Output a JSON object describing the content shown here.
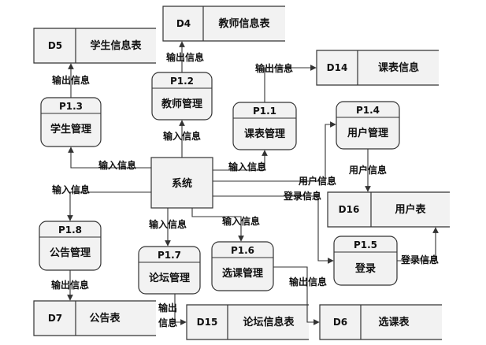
{
  "system": {
    "label": "系统"
  },
  "processes": [
    {
      "id": "P1.1",
      "name": "课表管理"
    },
    {
      "id": "P1.2",
      "name": "教师管理"
    },
    {
      "id": "P1.3",
      "name": "学生管理"
    },
    {
      "id": "P1.4",
      "name": "用户管理"
    },
    {
      "id": "P1.5",
      "name": "登录"
    },
    {
      "id": "P1.6",
      "name": "选课管理"
    },
    {
      "id": "P1.7",
      "name": "论坛管理"
    },
    {
      "id": "P1.8",
      "name": "公告管理"
    }
  ],
  "stores": [
    {
      "id": "D4",
      "name": "教师信息表"
    },
    {
      "id": "D5",
      "name": "学生信息表"
    },
    {
      "id": "D14",
      "name": "课表信息"
    },
    {
      "id": "D16",
      "name": "用户表"
    },
    {
      "id": "D7",
      "name": "公告表"
    },
    {
      "id": "D15",
      "name": "论坛信息表"
    },
    {
      "id": "D6",
      "name": "选课表"
    }
  ],
  "flows": {
    "d4_out": "输出信息",
    "d5_out": "输出信息",
    "d14_out": "输出信息",
    "p12_in": "输入信息",
    "p13_in": "输入信息",
    "p11_in": "输入信息",
    "p18_in": "输入信息",
    "user_info_1": "用户信息",
    "user_info_2": "用户信息",
    "login_info_1": "登录信息",
    "login_info_2": "登录信息",
    "p17_in": "输入信息",
    "p16_in": "输入信息",
    "d7_out": "输出信息",
    "d6_out": "输出信息",
    "d15_out_1": "输出",
    "d15_out_2": "信息"
  }
}
